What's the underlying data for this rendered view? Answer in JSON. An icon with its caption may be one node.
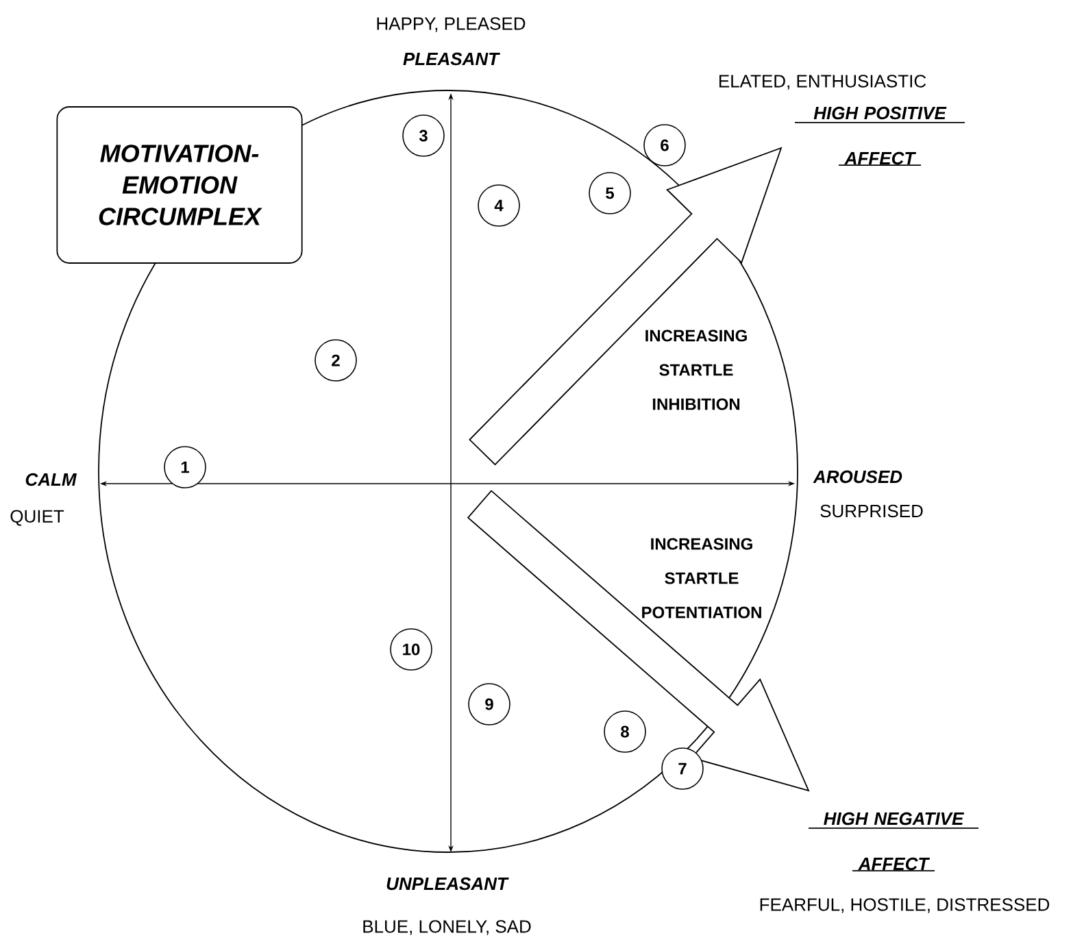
{
  "diagram": {
    "nodes": [
      {
        "text": [
          "MOTIVATION- EMOTION CIRCUMPLEX"
        ]
      },
      {
        "text": [
          "1"
        ]
      },
      {
        "text": [
          "2"
        ]
      },
      {
        "text": [
          "3"
        ]
      },
      {
        "text": [
          "4"
        ]
      },
      {
        "text": [
          "5"
        ]
      },
      {
        "text": [
          "6"
        ]
      },
      {
        "text": [
          "7"
        ]
      },
      {
        "text": [
          "8"
        ]
      },
      {
        "text": [
          "9"
        ]
      },
      {
        "text": [
          "10"
        ]
      }
    ],
    "labels": [
      "HAPPY, PLEASED",
      "PLEASANT",
      "ELATED, ENTHUSIASTIC",
      "HIGH POSITIVE AFFECT",
      "INCREASING STARTLE INHIBITION",
      "CALM",
      "QUIET",
      "AROUSED",
      "SURPRISED",
      "INCREASING STARTLE POTENTIATION",
      "UNPLEASANT",
      "HIGH NEGATIVE AFFECT",
      "BLUE, LONELY, SAD",
      "FEARFUL, HOSTILE, DISTRESSED"
    ]
  }
}
